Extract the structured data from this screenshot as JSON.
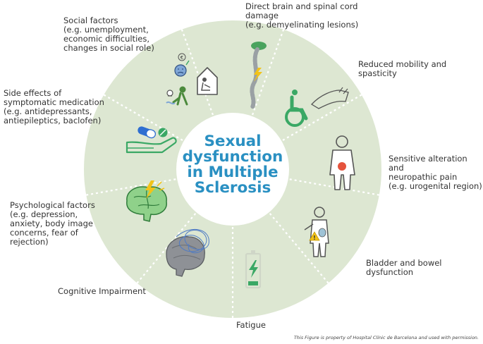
{
  "title_lines": [
    "Sexual",
    "dysfunction",
    "in Multiple",
    "Sclerosis"
  ],
  "factors": [
    {
      "id": "brain-spinal",
      "text": "Direct brain and spinal cord\ndamage\n(e.g. demyelinating lesions)"
    },
    {
      "id": "mobility",
      "text": "Reduced mobility and\nspasticity"
    },
    {
      "id": "sensitive",
      "text": "Sensitive alteration and\nneuropathic pain\n(e.g. urogenital region)"
    },
    {
      "id": "bladder",
      "text": "Bladder and bowel\ndysfunction"
    },
    {
      "id": "fatigue",
      "text": "Fatigue"
    },
    {
      "id": "cognitive",
      "text": "Cognitive Impairment"
    },
    {
      "id": "psychological",
      "text": "Psychological factors\n(e.g. depression,\nanxiety, body image\nconcerns, fear of\nrejection)"
    },
    {
      "id": "side-effects",
      "text": "Side effects of\nsymptomatic medication\n(e.g. antidepressants,\nantiepileptics, baclofen)"
    },
    {
      "id": "social",
      "text": "Social factors\n(e.g. unemployment,\neconomic difficulties,\nchanges in social role)"
    }
  ],
  "credit": "This Figure is property of Hospital Clínic de Barcelona and used with permission.",
  "colors": {
    "ring": "#dde7d2",
    "center": "#ffffff",
    "title": "#2a90c2",
    "divider": "#ffffff",
    "icon_green": "#3aa865",
    "icon_gray": "#555555",
    "accent_yellow": "#f2c318",
    "pain_red": "#e5533d"
  },
  "icons": [
    "spine-icon",
    "wheelchair-icon",
    "body-pain-icon",
    "bladder-icon",
    "battery-icon",
    "tangled-brain-icon",
    "stressed-brain-icon",
    "pills-hand-icon",
    "social-icon"
  ]
}
